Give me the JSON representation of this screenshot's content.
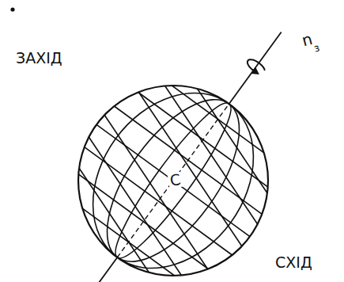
{
  "diagram": {
    "labels": [
      "ЗАХІД",
      "СХІД",
      "С",
      "n",
      "з"
    ]
  }
}
